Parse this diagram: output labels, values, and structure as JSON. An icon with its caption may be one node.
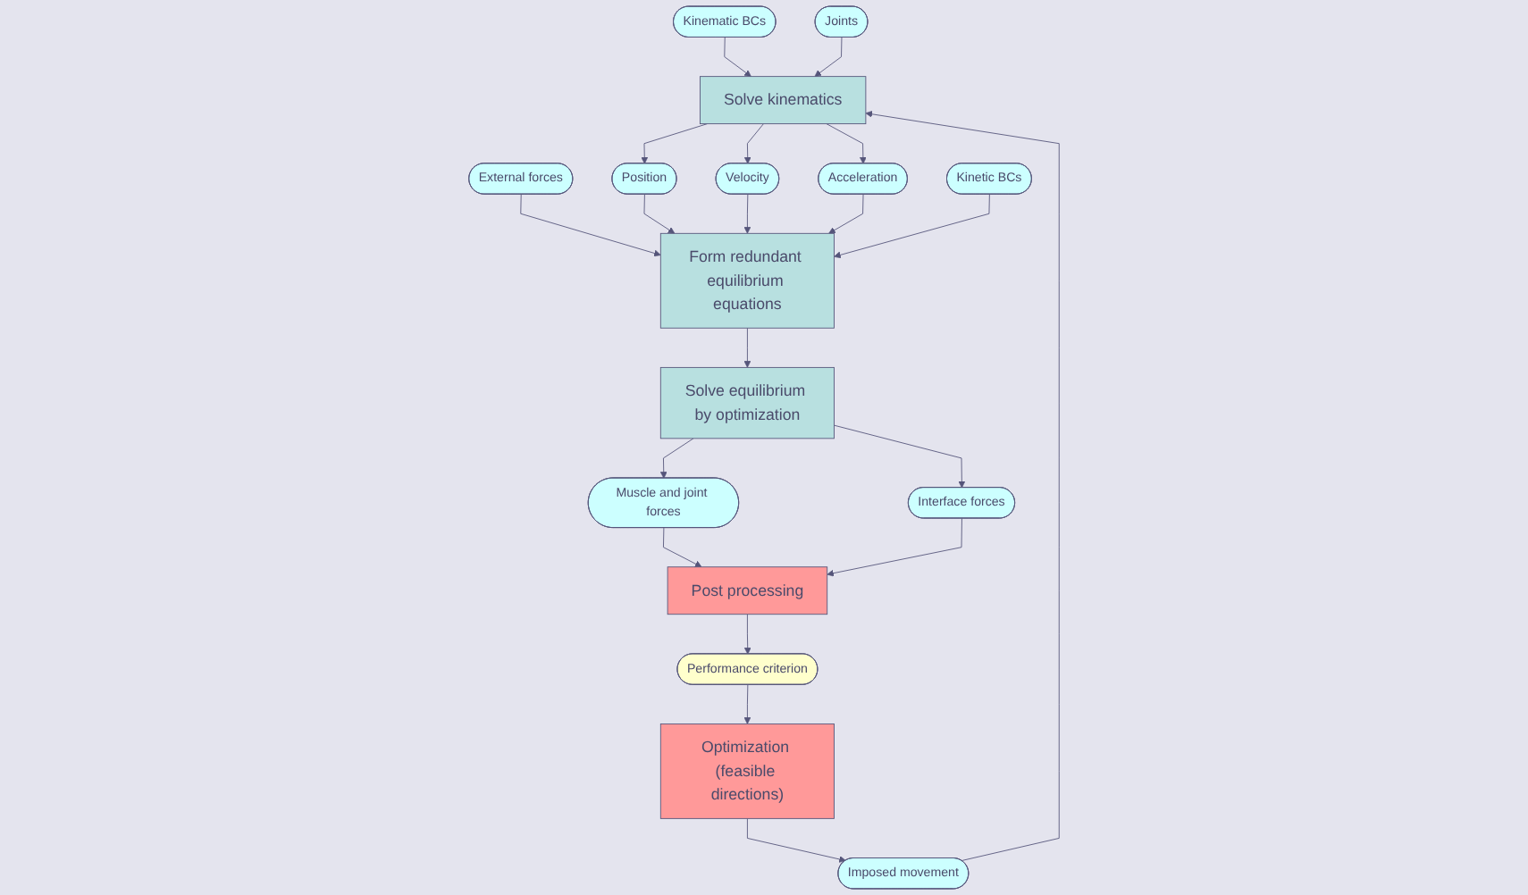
{
  "diagram": {
    "nodes": [
      {
        "text": [
          "Kinematic BCs"
        ]
      },
      {
        "text": [
          "Joints"
        ]
      },
      {
        "text": [
          "Imposed movement"
        ]
      },
      {
        "text": [
          "Solve kinematics"
        ]
      },
      {
        "text": [
          "External forces"
        ]
      },
      {
        "text": [
          "Position"
        ]
      },
      {
        "text": [
          "Velocity"
        ]
      },
      {
        "text": [
          "Acceleration"
        ]
      },
      {
        "text": [
          "Kinetic BCs"
        ]
      },
      {
        "text": [
          "Form redundant equilibrium equations"
        ]
      },
      {
        "text": [
          "Solve equilibrium by optimization"
        ]
      },
      {
        "text": [
          "Optimization (feasible directions)"
        ]
      },
      {
        "text": [
          "Muscle and joint forces"
        ]
      },
      {
        "text": [
          "Interface forces"
        ]
      },
      {
        "text": [
          "Performance criterion"
        ]
      },
      {
        "text": [
          "Post processing"
        ]
      }
    ],
    "edges": [
      {
        "from": 0,
        "to": 3,
        "arrow": "to"
      },
      {
        "from": 1,
        "to": 3,
        "arrow": "to"
      },
      {
        "from": 2,
        "to": 3,
        "arrow": "to"
      },
      {
        "from": 3,
        "to": 5,
        "arrow": "to"
      },
      {
        "from": 3,
        "to": 6,
        "arrow": "to"
      },
      {
        "from": 3,
        "to": 7,
        "arrow": "to"
      },
      {
        "from": 4,
        "to": 9,
        "arrow": "to"
      },
      {
        "from": 5,
        "to": 9,
        "arrow": "to"
      },
      {
        "from": 6,
        "to": 9,
        "arrow": "to"
      },
      {
        "from": 7,
        "to": 9,
        "arrow": "to"
      },
      {
        "from": 8,
        "to": 9,
        "arrow": "to"
      },
      {
        "from": 9,
        "to": 10,
        "arrow": "to"
      },
      {
        "from": 10,
        "to": 12,
        "arrow": "to"
      },
      {
        "from": 10,
        "to": 13,
        "arrow": "to"
      },
      {
        "from": 12,
        "to": 15,
        "arrow": "to"
      },
      {
        "from": 13,
        "to": 15,
        "arrow": "to"
      },
      {
        "from": 15,
        "to": 14,
        "arrow": "to"
      },
      {
        "from": 14,
        "to": 11,
        "arrow": "to"
      },
      {
        "from": 11,
        "to": 2,
        "arrow": "to"
      }
    ]
  }
}
